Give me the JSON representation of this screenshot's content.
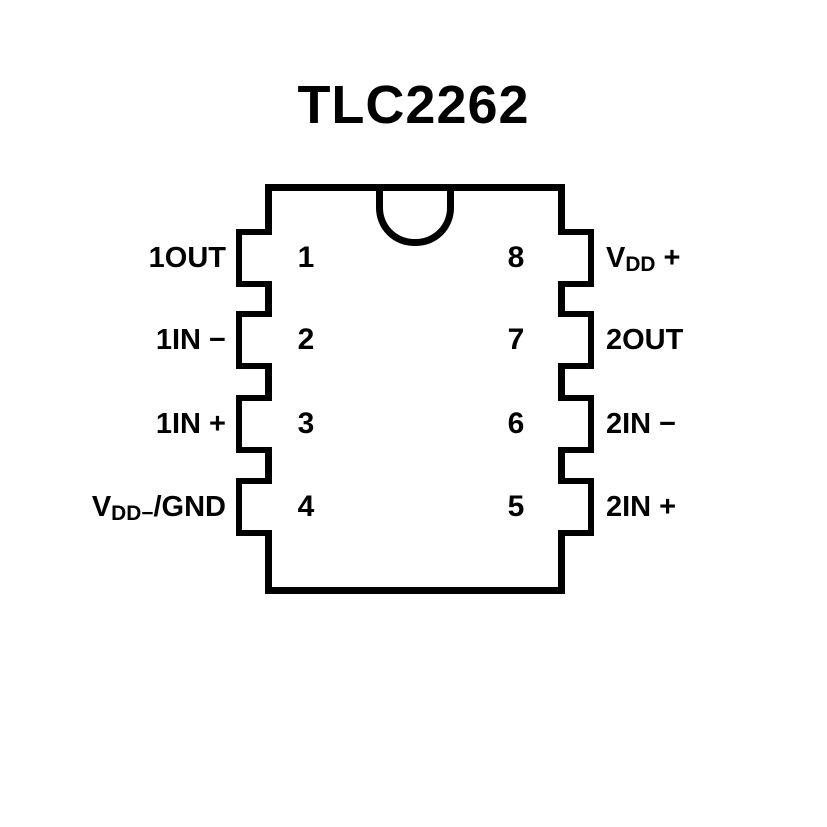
{
  "title": "TLC2262",
  "colors": {
    "line": "#000000",
    "background": "#ffffff",
    "text": "#000000"
  },
  "package": {
    "type": "8-pin dual-in-line top view",
    "notch": "top-center index notch"
  },
  "pins": {
    "left": [
      {
        "number": "1",
        "label": {
          "pre": "1OUT",
          "sub": "",
          "post": ""
        }
      },
      {
        "number": "2",
        "label": {
          "pre": "1IN −",
          "sub": "",
          "post": ""
        }
      },
      {
        "number": "3",
        "label": {
          "pre": "1IN +",
          "sub": "",
          "post": ""
        }
      },
      {
        "number": "4",
        "label": {
          "pre": "V",
          "sub": "DD−",
          "post": "/GND"
        }
      }
    ],
    "right": [
      {
        "number": "8",
        "label": {
          "pre": "V",
          "sub": "DD",
          "post": " +"
        }
      },
      {
        "number": "7",
        "label": {
          "pre": "2OUT",
          "sub": "",
          "post": ""
        }
      },
      {
        "number": "6",
        "label": {
          "pre": "2IN −",
          "sub": "",
          "post": ""
        }
      },
      {
        "number": "5",
        "label": {
          "pre": "2IN +",
          "sub": "",
          "post": ""
        }
      }
    ]
  }
}
